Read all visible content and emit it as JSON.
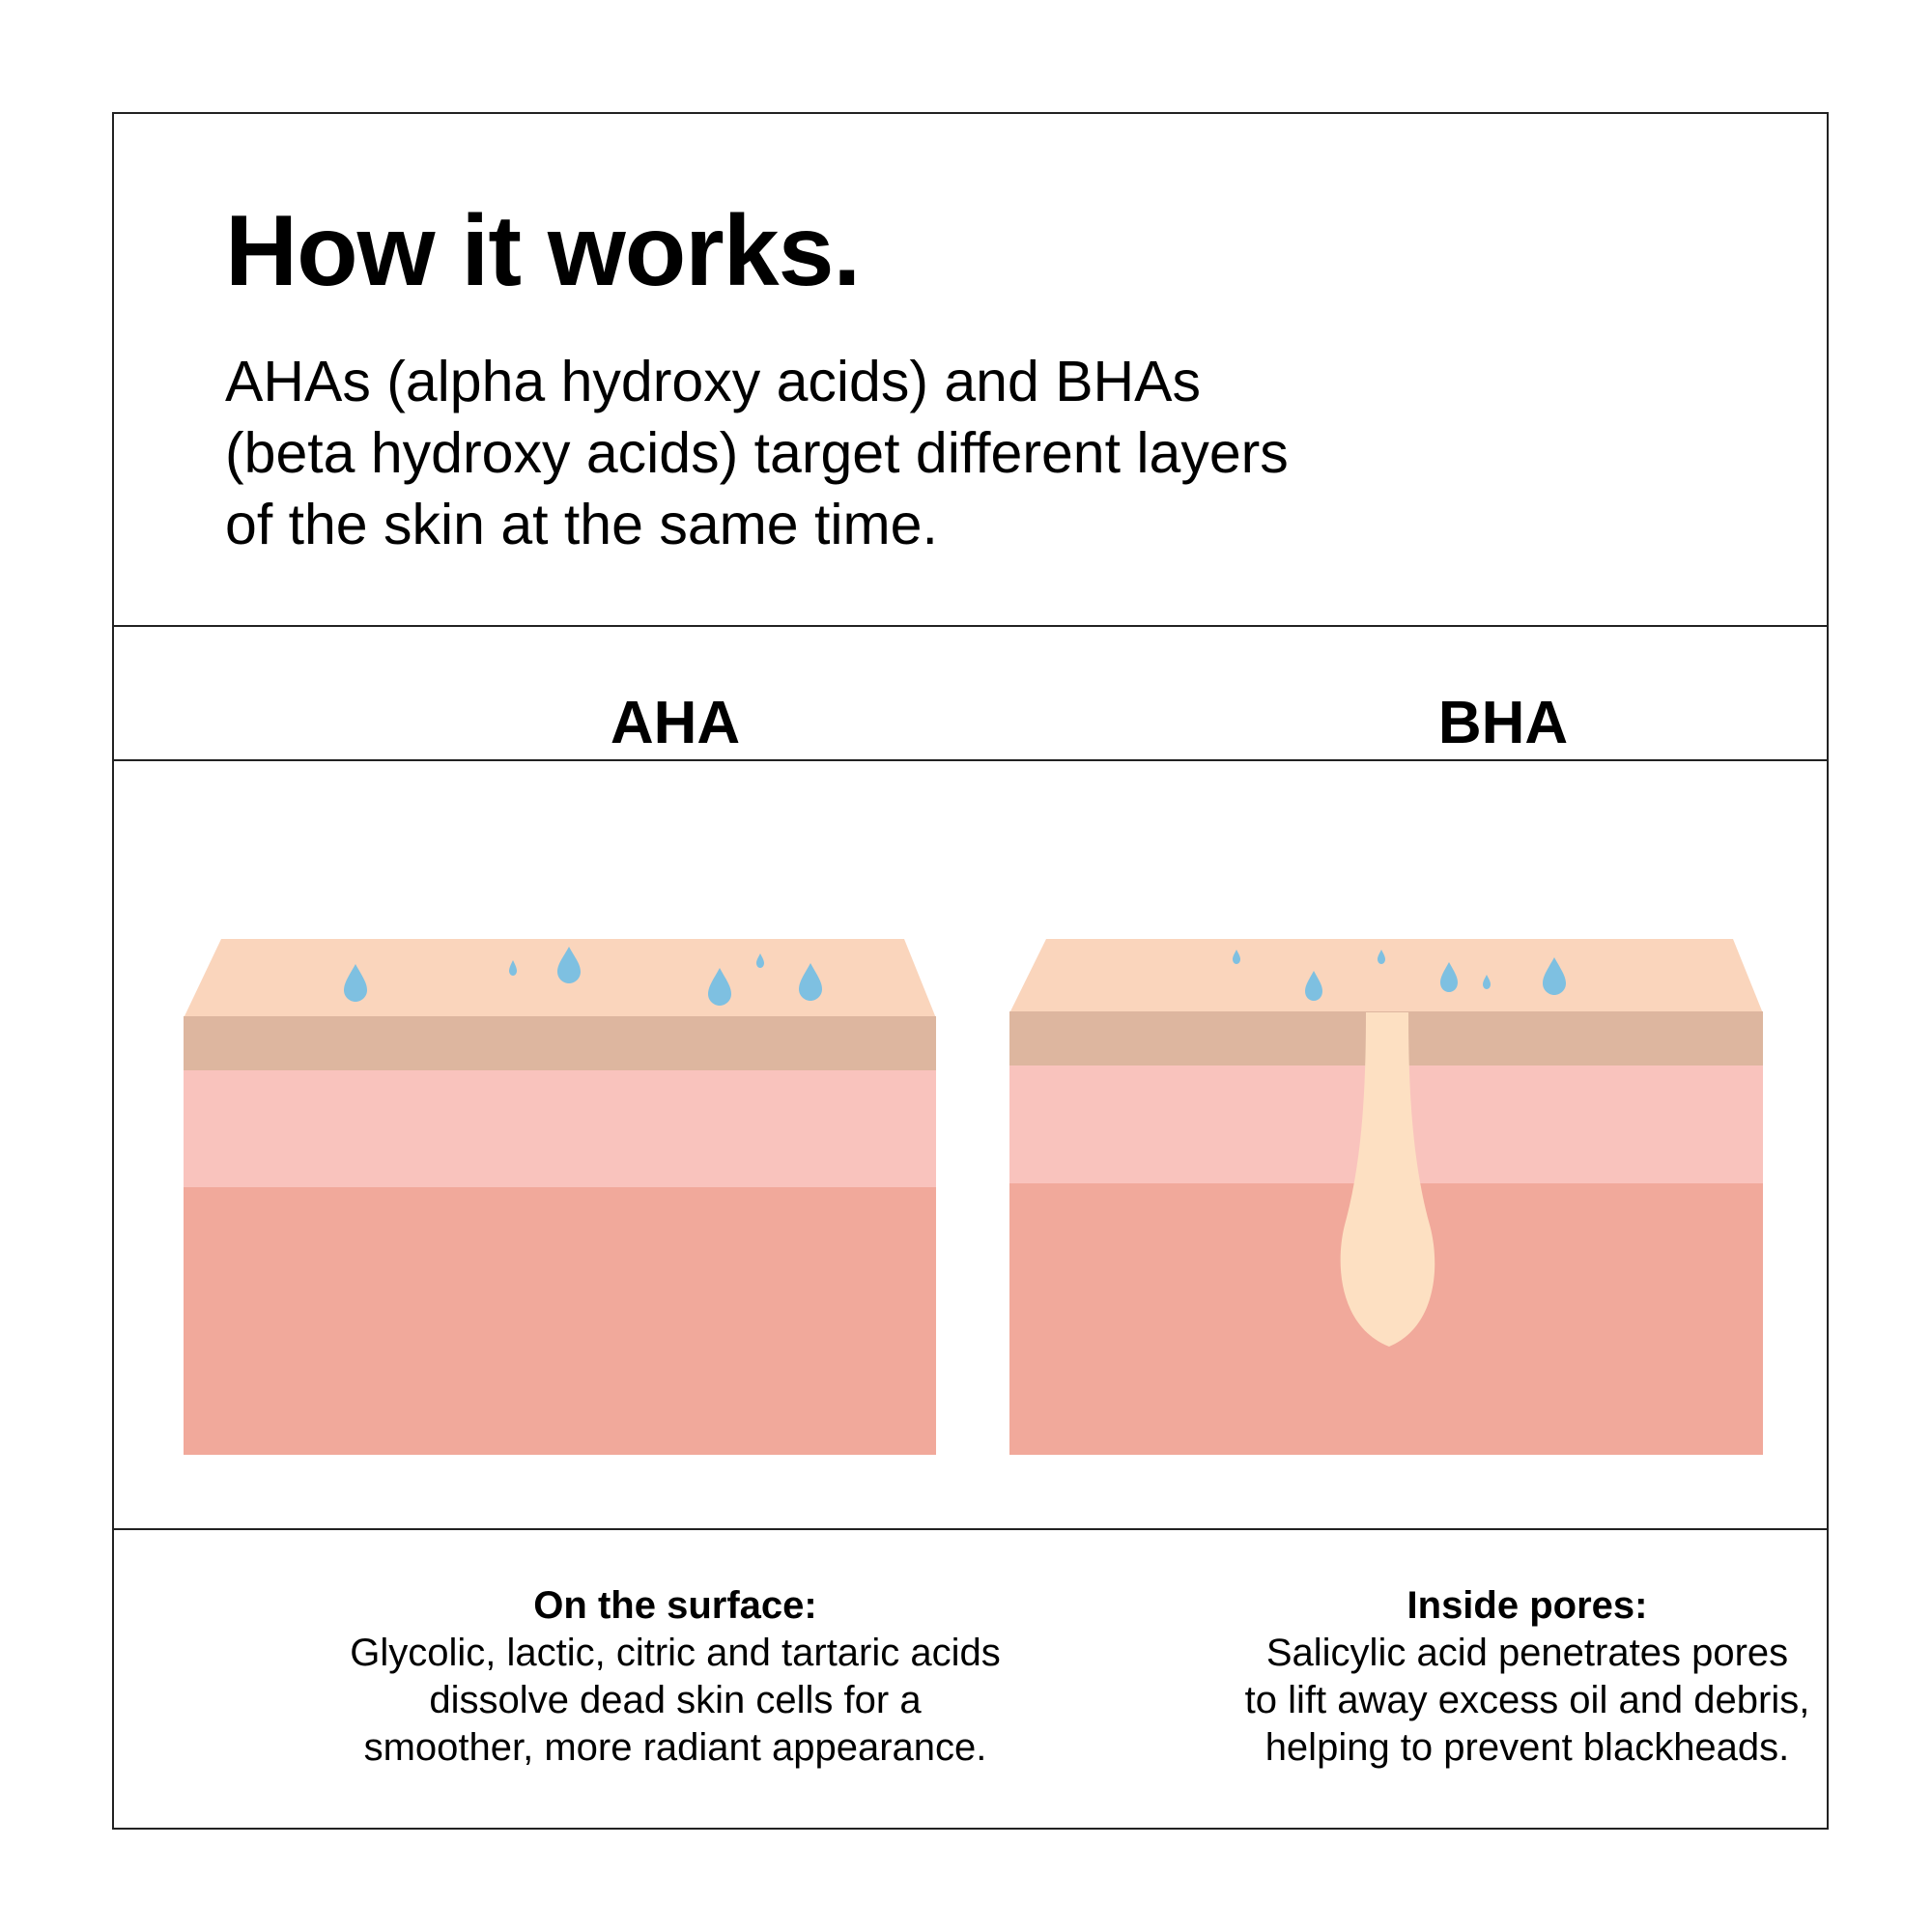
{
  "header": {
    "title": "How it works.",
    "intro_lines": [
      "AHAs (alpha hydroxy acids) and BHAs",
      "(beta hydroxy acids) target different layers",
      "of the skin at the same time."
    ]
  },
  "columns": [
    {
      "heading": "AHA",
      "desc_heading": "On the surface:",
      "desc_lines": [
        "Glycolic, lactic, citric and tartaric acids",
        "dissolve dead skin cells for a",
        "smoother, more radiant appearance."
      ]
    },
    {
      "heading": "BHA",
      "desc_heading": "Inside pores:",
      "desc_lines": [
        "Salicylic acid penetrates pores",
        "to lift away excess oil and debris,",
        "helping to prevent blackheads."
      ]
    }
  ],
  "colors": {
    "skin_top": "#FAD5BC",
    "skin_band": "#DDB69F",
    "dermis_light": "#F9C3BD",
    "dermis_deep": "#F1A99B",
    "pore": "#FDE0C2",
    "droplet": "#7EC0E1",
    "border": "#222222"
  }
}
